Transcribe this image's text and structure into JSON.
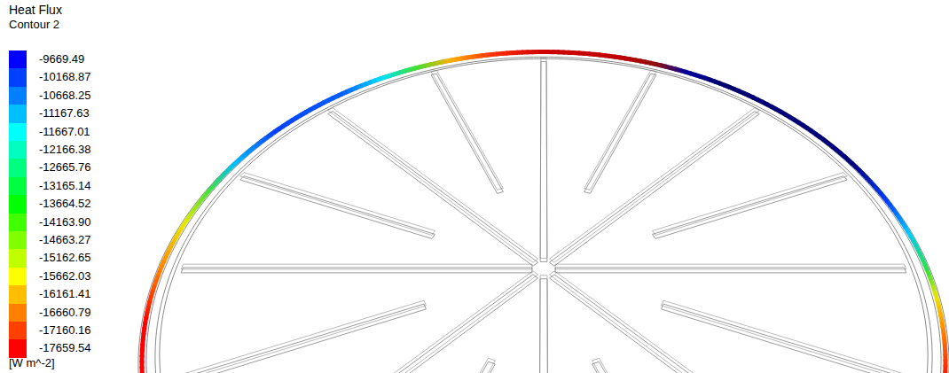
{
  "diagram": {
    "title": "Heat Flux",
    "labels": [
      "Contour 2",
      "[W m^-2]"
    ],
    "legend": [
      {
        "text": "-9669.49",
        "color": "#0000ff"
      },
      {
        "text": "-10168.87",
        "color": "#0040ff"
      },
      {
        "text": "-10668.25",
        "color": "#0080ff"
      },
      {
        "text": "-11167.63",
        "color": "#00bfff"
      },
      {
        "text": "-11667.01",
        "color": "#00ffff"
      },
      {
        "text": "-12166.38",
        "color": "#00ffbf"
      },
      {
        "text": "-12665.76",
        "color": "#00ff80"
      },
      {
        "text": "-13165.14",
        "color": "#00ff40"
      },
      {
        "text": "-13664.52",
        "color": "#00ff00"
      },
      {
        "text": "-14163.90",
        "color": "#40ff00"
      },
      {
        "text": "-14663.27",
        "color": "#80ff00"
      },
      {
        "text": "-15162.65",
        "color": "#bfff00"
      },
      {
        "text": "-15662.03",
        "color": "#ffff00"
      },
      {
        "text": "-16161.41",
        "color": "#ffbf00"
      },
      {
        "text": "-16660.79",
        "color": "#ff8000"
      },
      {
        "text": "-17160.16",
        "color": "#ff4000"
      },
      {
        "text": "-17659.54",
        "color": "#ff0000"
      }
    ]
  }
}
